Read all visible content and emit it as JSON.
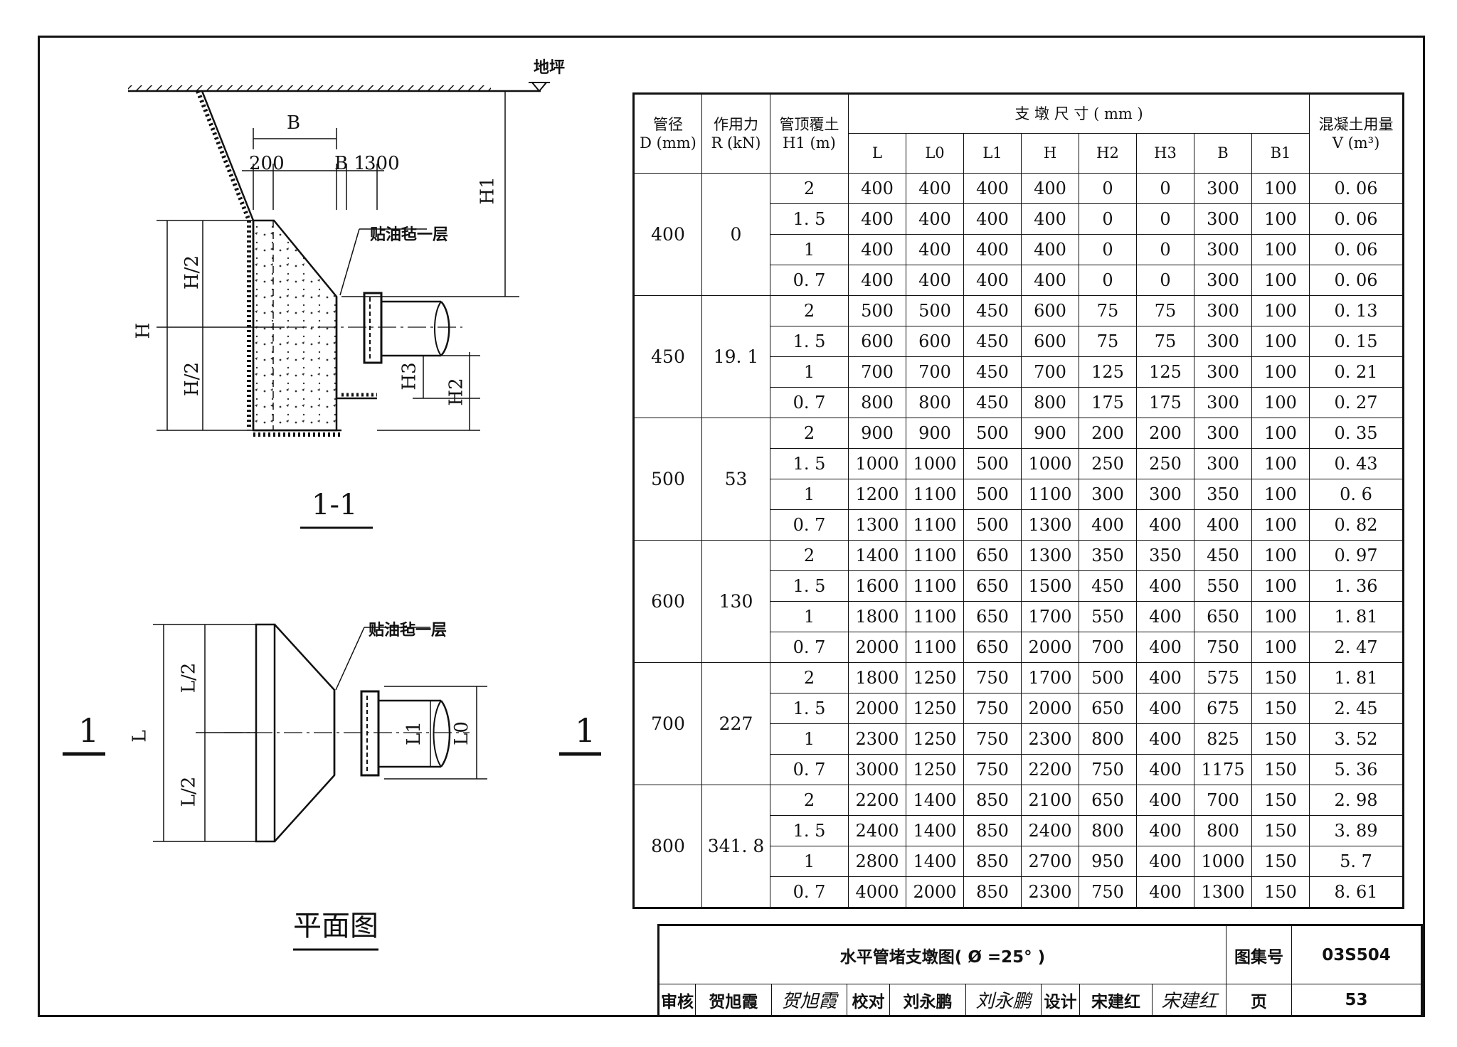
{
  "section_view": {
    "title": "1-1",
    "ground_label": "地坪",
    "coating_note": "贴油毡一层",
    "dims": {
      "B": "B",
      "d200": "200",
      "B1": "B 1",
      "d300": "300",
      "H1": "H1",
      "H": "H",
      "H_half_top": "H/2",
      "H_half_bot": "H/2",
      "H3": "H3",
      "H2": "H2"
    }
  },
  "plan_view": {
    "title": "平面图",
    "section_mark_left": "1",
    "section_mark_right": "1",
    "coating_note": "贴油毡一层",
    "dims": {
      "L": "L",
      "L_half_top": "L/2",
      "L_half_bot": "L/2",
      "L1": "L1",
      "L0": "L0"
    }
  },
  "table": {
    "headers": {
      "d": [
        "管径",
        "D (mm)"
      ],
      "r": [
        "作用力",
        "R (kN)"
      ],
      "h1": [
        "管顶覆土",
        "H1 (m)"
      ],
      "group": "支 墩 尺 寸 ( mm )",
      "v": [
        "混凝土用量",
        "V (m³)"
      ],
      "sub": [
        "L",
        "L0",
        "L1",
        "H",
        "H2",
        "H3",
        "B",
        "B1"
      ]
    },
    "groups": [
      {
        "d": "400",
        "r": "0",
        "rows": [
          [
            "2",
            "400",
            "400",
            "400",
            "400",
            "0",
            "0",
            "300",
            "100",
            "0. 06"
          ],
          [
            "1. 5",
            "400",
            "400",
            "400",
            "400",
            "0",
            "0",
            "300",
            "100",
            "0. 06"
          ],
          [
            "1",
            "400",
            "400",
            "400",
            "400",
            "0",
            "0",
            "300",
            "100",
            "0. 06"
          ],
          [
            "0. 7",
            "400",
            "400",
            "400",
            "400",
            "0",
            "0",
            "300",
            "100",
            "0. 06"
          ]
        ]
      },
      {
        "d": "450",
        "r": "19. 1",
        "rows": [
          [
            "2",
            "500",
            "500",
            "450",
            "600",
            "75",
            "75",
            "300",
            "100",
            "0. 13"
          ],
          [
            "1. 5",
            "600",
            "600",
            "450",
            "600",
            "75",
            "75",
            "300",
            "100",
            "0. 15"
          ],
          [
            "1",
            "700",
            "700",
            "450",
            "700",
            "125",
            "125",
            "300",
            "100",
            "0. 21"
          ],
          [
            "0. 7",
            "800",
            "800",
            "450",
            "800",
            "175",
            "175",
            "300",
            "100",
            "0. 27"
          ]
        ]
      },
      {
        "d": "500",
        "r": "53",
        "rows": [
          [
            "2",
            "900",
            "900",
            "500",
            "900",
            "200",
            "200",
            "300",
            "100",
            "0. 35"
          ],
          [
            "1. 5",
            "1000",
            "1000",
            "500",
            "1000",
            "250",
            "250",
            "300",
            "100",
            "0. 43"
          ],
          [
            "1",
            "1200",
            "1100",
            "500",
            "1100",
            "300",
            "300",
            "350",
            "100",
            "0. 6"
          ],
          [
            "0. 7",
            "1300",
            "1100",
            "500",
            "1300",
            "400",
            "400",
            "400",
            "100",
            "0. 82"
          ]
        ]
      },
      {
        "d": "600",
        "r": "130",
        "rows": [
          [
            "2",
            "1400",
            "1100",
            "650",
            "1300",
            "350",
            "350",
            "450",
            "100",
            "0. 97"
          ],
          [
            "1. 5",
            "1600",
            "1100",
            "650",
            "1500",
            "450",
            "400",
            "550",
            "100",
            "1. 36"
          ],
          [
            "1",
            "1800",
            "1100",
            "650",
            "1700",
            "550",
            "400",
            "650",
            "100",
            "1. 81"
          ],
          [
            "0. 7",
            "2000",
            "1100",
            "650",
            "2000",
            "700",
            "400",
            "750",
            "100",
            "2. 47"
          ]
        ]
      },
      {
        "d": "700",
        "r": "227",
        "rows": [
          [
            "2",
            "1800",
            "1250",
            "750",
            "1700",
            "500",
            "400",
            "575",
            "150",
            "1. 81"
          ],
          [
            "1. 5",
            "2000",
            "1250",
            "750",
            "2000",
            "650",
            "400",
            "675",
            "150",
            "2. 45"
          ],
          [
            "1",
            "2300",
            "1250",
            "750",
            "2300",
            "800",
            "400",
            "825",
            "150",
            "3. 52"
          ],
          [
            "0. 7",
            "3000",
            "1250",
            "750",
            "2200",
            "750",
            "400",
            "1175",
            "150",
            "5. 36"
          ]
        ]
      },
      {
        "d": "800",
        "r": "341. 8",
        "rows": [
          [
            "2",
            "2200",
            "1400",
            "850",
            "2100",
            "650",
            "400",
            "700",
            "150",
            "2. 98"
          ],
          [
            "1. 5",
            "2400",
            "1400",
            "850",
            "2400",
            "800",
            "400",
            "800",
            "150",
            "3. 89"
          ],
          [
            "1",
            "2800",
            "1400",
            "850",
            "2700",
            "950",
            "400",
            "1000",
            "150",
            "5. 7"
          ],
          [
            "0. 7",
            "4000",
            "2000",
            "850",
            "2300",
            "750",
            "400",
            "1300",
            "150",
            "8. 61"
          ]
        ]
      }
    ]
  },
  "title_block": {
    "drawing_title": "水平管堵支墩图( Ø =25° )",
    "atlas_label": "图集号",
    "atlas_no": "03S504",
    "review_label": "审核",
    "reviewer": "贺旭霞",
    "reviewer_sig": "贺旭霞",
    "check_label": "校对",
    "checker": "刘永鹏",
    "checker_sig": "刘永鹏",
    "design_label": "设计",
    "designer": "宋建红",
    "designer_sig": "宋建红",
    "page_label": "页",
    "page_no": "53"
  }
}
